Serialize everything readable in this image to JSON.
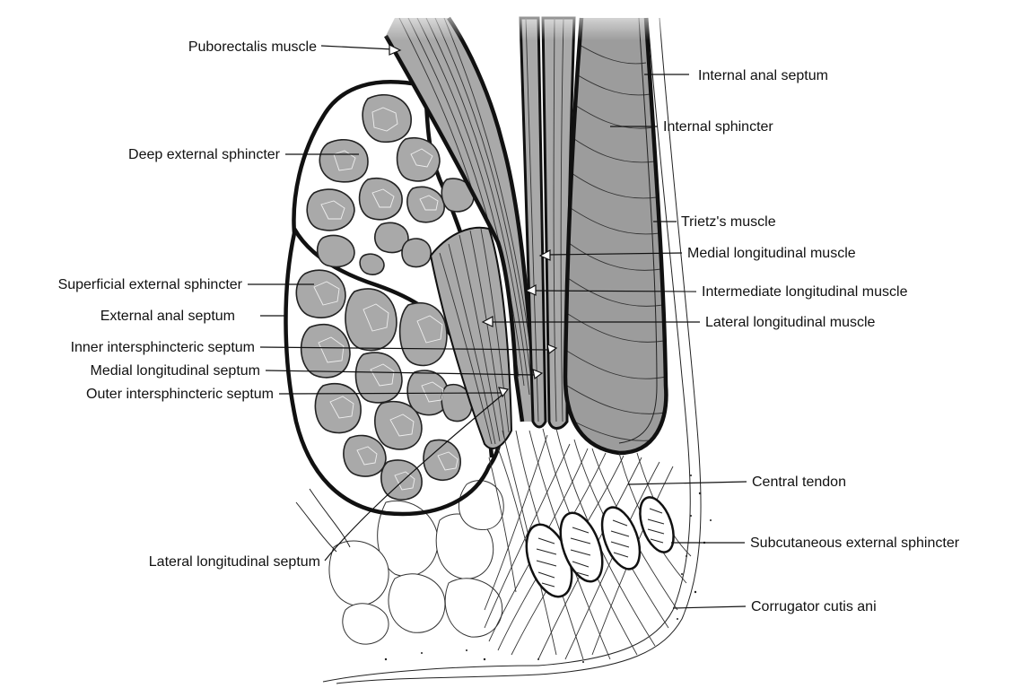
{
  "labels": {
    "puborectalis_muscle": "Puborectalis muscle",
    "internal_anal_septum": "Internal anal septum",
    "internal_sphincter": "Internal sphincter",
    "deep_external_sphincter": "Deep external sphincter",
    "trietz_muscle": "Trietz's muscle",
    "medial_longitudinal_muscle": "Medial longitudinal muscle",
    "superficial_external_sphincter": "Superficial external sphincter",
    "intermediate_longitudinal_muscle": "Intermediate longitudinal muscle",
    "external_anal_septum": "External anal septum",
    "lateral_longitudinal_muscle": "Lateral longitudinal muscle",
    "inner_intersphincteric_septum": "Inner intersphincteric septum",
    "medial_longitudinal_septum": "Medial longitudinal septum",
    "outer_intersphincteric_septum": "Outer intersphincteric septum",
    "central_tendon": "Central tendon",
    "subcutaneous_external_sphincter": "Subcutaneous external sphincter",
    "lateral_longitudinal_septum": "Lateral longitudinal septum",
    "corrugator_cutis_ani": "Corrugator cutis ani"
  },
  "colors": {
    "muscle_fill": "#a9a9a9",
    "internal_sphincter_fill": "#9c9c9c",
    "outline": "#111111",
    "background": "#ffffff"
  }
}
